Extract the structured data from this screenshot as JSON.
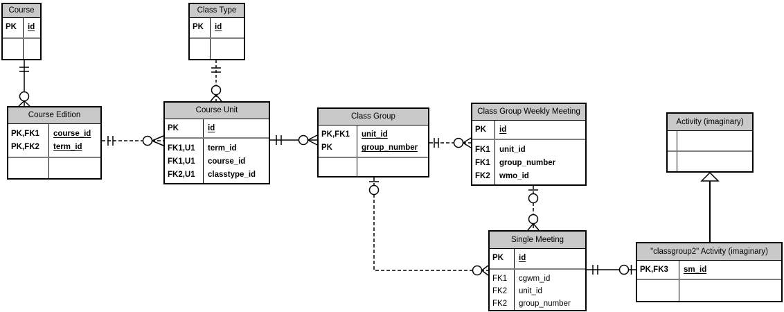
{
  "diagram": {
    "type": "entity-relationship",
    "notation": "crows-foot"
  },
  "colors": {
    "header_fill": "#c9c9c9",
    "border": "#000000",
    "section_divider": "#7f7f7f",
    "background": "#ffffff"
  },
  "tables": {
    "course": {
      "title": "Course",
      "keys": [
        {
          "tag": "PK",
          "name": "id"
        }
      ],
      "attrs": []
    },
    "class_type": {
      "title": "Class Type",
      "keys": [
        {
          "tag": "PK",
          "name": "id"
        }
      ],
      "attrs": []
    },
    "course_edition": {
      "title": "Course Edition",
      "keys": [
        {
          "tag": "PK,FK1",
          "name": "course_id"
        },
        {
          "tag": "PK,FK2",
          "name": "term_id"
        }
      ],
      "attrs": []
    },
    "course_unit": {
      "title": "Course Unit",
      "keys": [
        {
          "tag": "PK",
          "name": "id"
        }
      ],
      "attrs": [
        {
          "tag": "FK1,U1",
          "name": "term_id"
        },
        {
          "tag": "FK1,U1",
          "name": "course_id"
        },
        {
          "tag": "FK2,U1",
          "name": "classtype_id"
        }
      ]
    },
    "class_group": {
      "title": "Class Group",
      "keys": [
        {
          "tag": "PK,FK1",
          "name": "unit_id"
        },
        {
          "tag": "PK",
          "name": "group_number"
        }
      ],
      "attrs": []
    },
    "class_group_weekly_meeting": {
      "title": "Class Group Weekly Meeting",
      "keys": [
        {
          "tag": "PK",
          "name": "id"
        }
      ],
      "attrs": [
        {
          "tag": "FK1",
          "name": "unit_id"
        },
        {
          "tag": "FK1",
          "name": "group_number"
        },
        {
          "tag": "FK2",
          "name": "wmo_id"
        }
      ]
    },
    "activity": {
      "title": "Activity (imaginary)",
      "keys": [],
      "attrs": []
    },
    "single_meeting": {
      "title": "Single Meeting",
      "keys": [
        {
          "tag": "PK",
          "name": "id"
        }
      ],
      "attrs": [
        {
          "tag": "FK1",
          "name": "cgwm_id"
        },
        {
          "tag": "FK2",
          "name": "unit_id"
        },
        {
          "tag": "FK2",
          "name": "group_number"
        }
      ]
    },
    "classgroup2_activity": {
      "title": "\"classgroup2\" Activity (imaginary)",
      "keys": [
        {
          "tag": "PK,FK3",
          "name": "sm_id"
        }
      ],
      "attrs": []
    }
  },
  "relationships": [
    {
      "from": "Course",
      "to": "Course Edition",
      "from_cardinality": "one-and-only-one",
      "to_cardinality": "zero-or-many",
      "line": "solid"
    },
    {
      "from": "Class Type",
      "to": "Course Unit",
      "from_cardinality": "one-and-only-one",
      "to_cardinality": "zero-or-many",
      "line": "dashed"
    },
    {
      "from": "Course Edition",
      "to": "Course Unit",
      "from_cardinality": "one-and-only-one",
      "to_cardinality": "zero-or-many",
      "line": "dashed"
    },
    {
      "from": "Course Unit",
      "to": "Class Group",
      "from_cardinality": "one-and-only-one",
      "to_cardinality": "zero-or-many",
      "line": "solid"
    },
    {
      "from": "Class Group",
      "to": "Class Group Weekly Meeting",
      "from_cardinality": "one-and-only-one",
      "to_cardinality": "zero-or-many",
      "line": "dashed"
    },
    {
      "from": "Class Group",
      "to": "Single Meeting",
      "from_cardinality": "zero-or-one",
      "to_cardinality": "zero-or-many",
      "line": "dashed"
    },
    {
      "from": "Class Group Weekly Meeting",
      "to": "Single Meeting",
      "from_cardinality": "zero-or-one",
      "to_cardinality": "zero-or-many",
      "line": "dashed"
    },
    {
      "from": "Single Meeting",
      "to": "\"classgroup2\" Activity (imaginary)",
      "from_cardinality": "one-and-only-one",
      "to_cardinality": "zero-or-one",
      "line": "solid"
    },
    {
      "from": "\"classgroup2\" Activity (imaginary)",
      "to": "Activity (imaginary)",
      "type": "inheritance"
    }
  ]
}
